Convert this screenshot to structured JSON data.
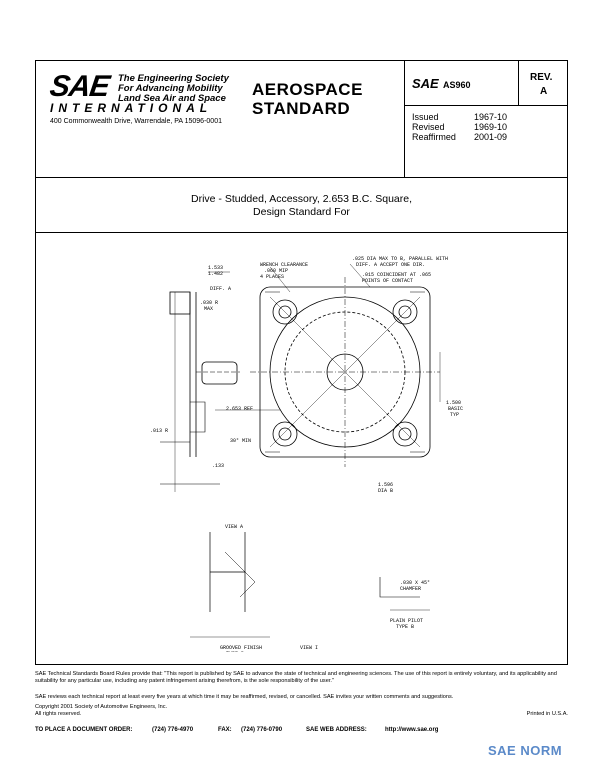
{
  "header": {
    "logo_text": "SAE",
    "tagline": [
      "The Engineering Society",
      "For Advancing Mobility",
      "Land Sea Air and Space",
      "INTERNATIONAL"
    ],
    "address": "400 Commonwealth Drive, Warrendale, PA 15096-0001",
    "standard_type_line1": "AEROSPACE",
    "standard_type_line2": "STANDARD",
    "doc_prefix": "SAE",
    "doc_number": "AS960",
    "rev_label": "REV.",
    "rev_value": "A",
    "dates": [
      {
        "label": "Issued",
        "value": "1967-10"
      },
      {
        "label": "Revised",
        "value": "1969-10"
      },
      {
        "label": "Reaffirmed",
        "value": "2001-09"
      }
    ]
  },
  "title": {
    "line1": "Drive - Studded, Accessory, 2.653 B.C. Square,",
    "line2": "Design Standard For"
  },
  "drawing": {
    "labels": {
      "wrench_clearance": "WRENCH CLEARANCE",
      "wrench_clearance_2": ".060 MIP",
      "wrench_clearance_3": "4 PLACES",
      "parallel_1": ".025 DIA MAX TO B, PARALLEL WITH",
      "parallel_2": "DIFF. A ACCEPT ONE DIR.",
      "coincident_1": ".015 COINCIDENT AT .065",
      "coincident_2": "POINTS OF CONTACT",
      "dim_1533": "1.533",
      "dim_1482": "1.482",
      "diff_a": "DIFF. A",
      "dim_030": ".030 R",
      "dim_max": "MAX",
      "dim_2653": "2.653 REF",
      "dim_1500": "1.500",
      "basic": "BASIC",
      "typ": "TYP",
      "dim_013": ".013 R",
      "dim_30": "30° MIN",
      "dim_133": ".133",
      "dim_ref": "REF",
      "dim_096": "1.596",
      "dia_b": "DIA B",
      "view_a": "VIEW A",
      "rough_finish": "GROOVED FINISH",
      "rough_type": "TYPE B",
      "view_i": "VIEW I",
      "plain_pilot": "PLAIN PILOT",
      "plain_type": "TYPE B",
      "chamfer": ".030 X 45°",
      "chamfer2": "CHAMFER"
    }
  },
  "footer": {
    "note1": "SAE Technical Standards Board Rules provide that: \"This report is published by SAE to advance the state of technical and engineering sciences. The use of this report is entirely voluntary, and its applicability and suitability for any particular use, including any patent infringement arising therefrom, is the sole responsibility of the user.\"",
    "note2": "SAE reviews each technical report at least every five years at which time it may be reaffirmed, revised, or cancelled. SAE invites your written comments and suggestions.",
    "copyright1": "Copyright 2001 Society of Automotive Engineers, Inc.",
    "copyright2": "All rights reserved.",
    "printed": "Printed in U.S.A.",
    "order_label": "TO PLACE A DOCUMENT ORDER:",
    "order_phone": "(724) 776-4970",
    "fax_label": "FAX:",
    "fax_number": "(724) 776-0790",
    "web_label": "SAE WEB ADDRESS:",
    "web_address": "http://www.sae.org"
  },
  "watermark": {
    "text": "SAE NORM"
  }
}
